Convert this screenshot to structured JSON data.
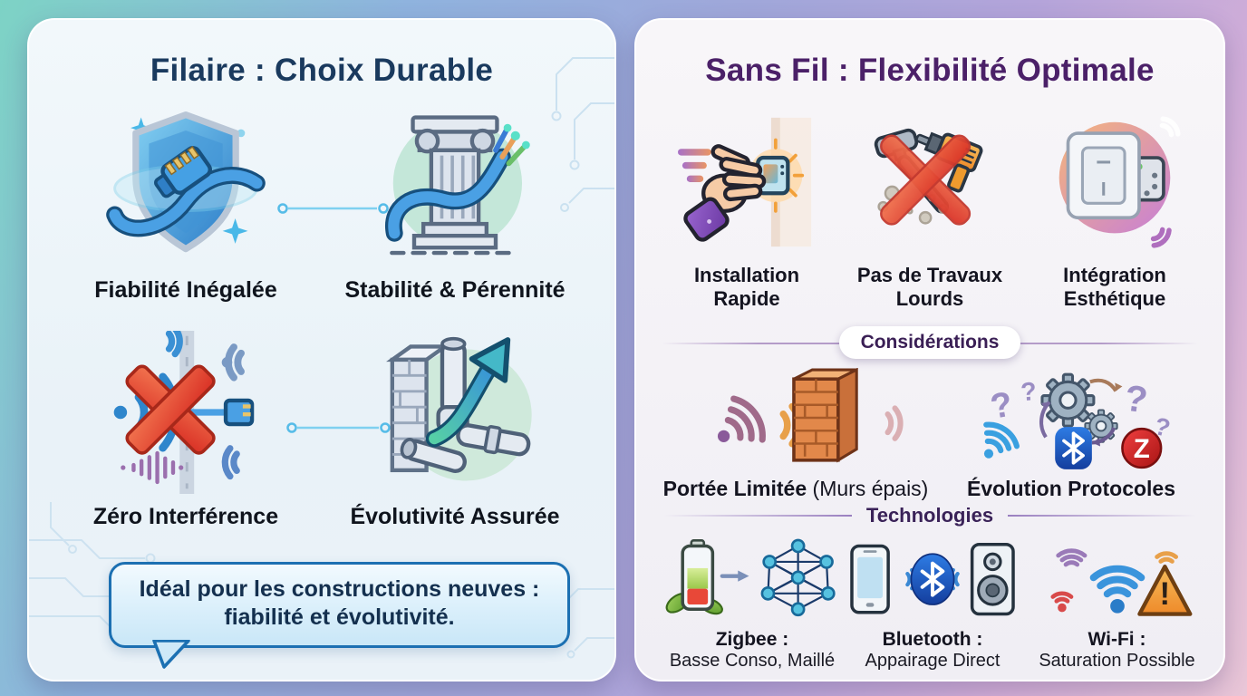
{
  "left_panel": {
    "title": "Filaire : Choix Durable",
    "features": [
      {
        "icon": "shield-cable-icon",
        "label": "Fiabilité Inégalée"
      },
      {
        "icon": "column-cable-icon",
        "label": "Stabilité & Pérennité"
      },
      {
        "icon": "no-interference-icon",
        "label": "Zéro Interférence"
      },
      {
        "icon": "wall-conduit-icon",
        "label": "Évolutivité Assurée"
      }
    ],
    "callout": {
      "line1": "Idéal pour les constructions neuves :",
      "line2": "fiabilité et évolutivité."
    }
  },
  "right_panel": {
    "title": "Sans Fil : Flexibilité Optimale",
    "benefits": [
      {
        "icon": "hand-install-icon",
        "line1": "Installation",
        "line2": "Rapide"
      },
      {
        "icon": "no-heavy-work-icon",
        "line1": "Pas de Travaux",
        "line2": "Lourds"
      },
      {
        "icon": "switch-integration-icon",
        "line1": "Intégration",
        "line2": "Esthétique"
      }
    ],
    "considerations": {
      "heading": "Considérations",
      "items": [
        {
          "icon": "wifi-wall-icon",
          "bold": "Portée Limitée",
          "rest": " (Murs épais)"
        },
        {
          "icon": "protocol-evolution-icon",
          "bold": "Évolution Protocoles",
          "rest": ""
        }
      ]
    },
    "technologies": {
      "heading": "Technologies",
      "items": [
        {
          "icon": "zigbee-mesh-icon",
          "name": "Zigbee :",
          "desc": "Basse Conso, Maillé"
        },
        {
          "icon": "bluetooth-pairing-icon",
          "name": "Bluetooth :",
          "desc": "Appairage Direct"
        },
        {
          "icon": "wifi-saturation-icon",
          "name": "Wi-Fi :",
          "desc": "Saturation Possible"
        }
      ]
    }
  },
  "icon_glyphs": {
    "question": "?",
    "zwave_letter": "Z",
    "warning": "!"
  },
  "colors": {
    "left_title": "#1a3a5e",
    "right_title": "#4b2068",
    "callout_border": "#1c70b2",
    "cross_red": "#d93025",
    "background_teal": "#7dd3c5",
    "background_pink": "#e9c6d7"
  }
}
